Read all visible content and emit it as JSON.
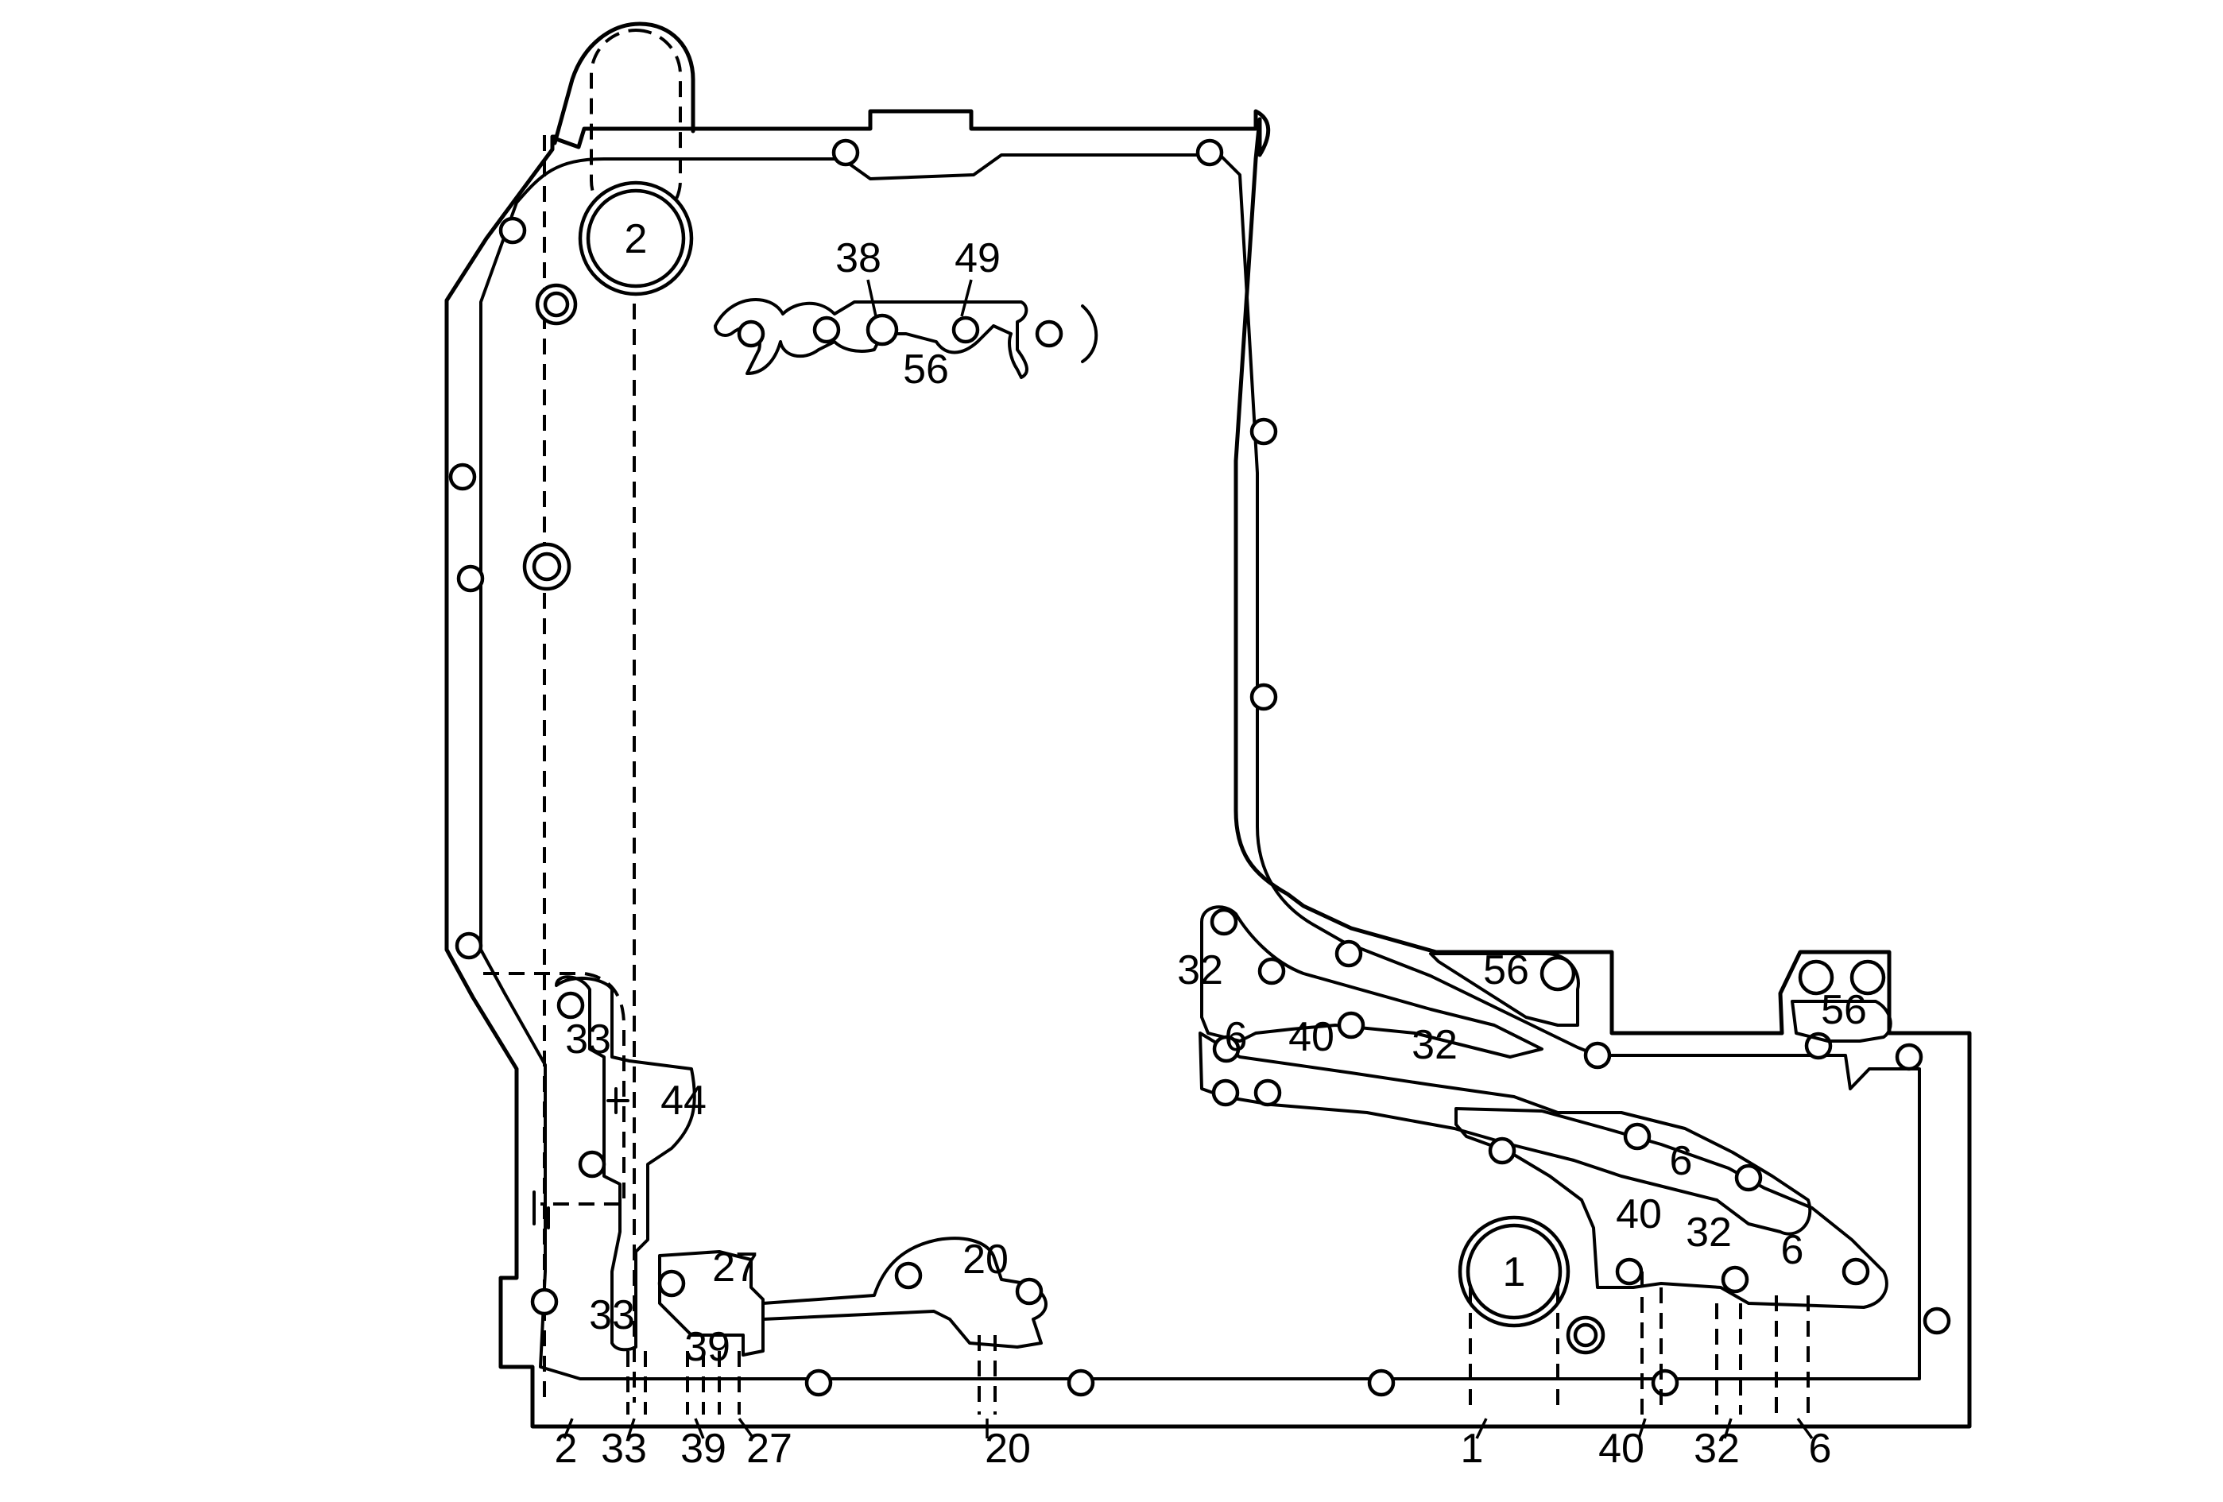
{
  "diagram": {
    "circuit_labels": {
      "oil_pump_port": "2",
      "large_bore": "1",
      "top_38": "38",
      "top_49": "49",
      "top_56": "56",
      "left_33_upper": "33",
      "left_44": "44",
      "left_27": "27",
      "left_33_lower": "33",
      "left_39": "39",
      "mid_20": "20",
      "right_32_a": "32",
      "right_56_a": "56",
      "right_56_b": "56",
      "right_6_a": "6",
      "right_40_a": "40",
      "right_32_b": "32",
      "right_6_b": "6",
      "right_40_b": "40",
      "right_32_c": "32",
      "right_6_c": "6"
    },
    "bottom_callouts": [
      "2",
      "33",
      "39",
      "27",
      "20",
      "1",
      "40",
      "32",
      "6"
    ]
  }
}
